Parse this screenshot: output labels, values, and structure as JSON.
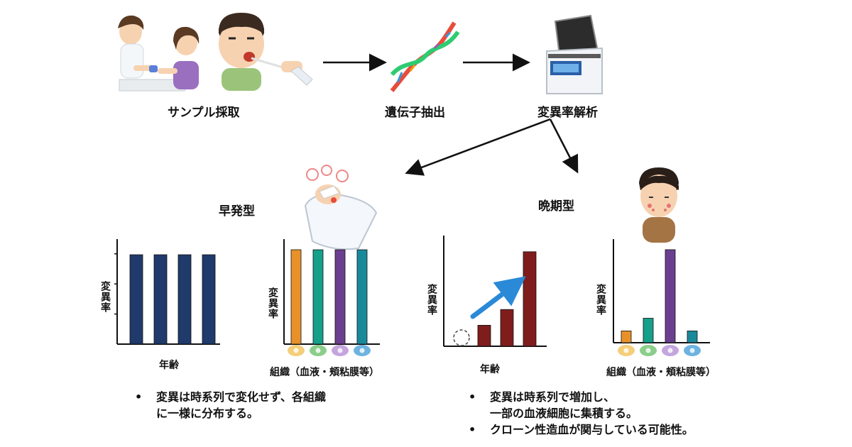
{
  "pipeline": {
    "step1": "サンプル採取",
    "step2": "遺伝子抽出",
    "step3": "変異率解析"
  },
  "early": {
    "title": "早発型",
    "bullets": [
      [
        "変異は時系列で変化せず、各組織",
        "に一様に分布する。"
      ]
    ]
  },
  "late": {
    "title": "晩期型",
    "bullets": [
      [
        "変異は時系列で増加し、",
        "一部の血液細胞に集積する。"
      ],
      [
        "クローン性造血が関与している可能性。"
      ]
    ]
  },
  "bullet_symbol": "•",
  "chart_data": [
    {
      "type": "bar",
      "id": "early-age",
      "xlabel": "年齢",
      "ylabel": "変異率",
      "ylim": [
        0,
        1
      ],
      "categories": [
        "",
        "",
        "",
        ""
      ],
      "values": [
        0.9,
        0.9,
        0.9,
        0.9
      ],
      "colors": [
        "#1f3a6b",
        "#1f3a6b",
        "#1f3a6b",
        "#1f3a6b"
      ],
      "yticks": 3
    },
    {
      "type": "bar",
      "id": "early-tissue",
      "xlabel": "組織（血液・頬粘膜等）",
      "ylabel": "変異率",
      "ylim": [
        0,
        1
      ],
      "categories": [
        "",
        "",
        "",
        ""
      ],
      "values": [
        0.95,
        0.95,
        0.95,
        0.95
      ],
      "colors": [
        "#e8912a",
        "#15a08a",
        "#6b3f8f",
        "#1a8a9a"
      ],
      "cell_colors": [
        "#f3c25a",
        "#6ec26e",
        "#b58fd6",
        "#4aa0d8"
      ]
    },
    {
      "type": "bar",
      "id": "late-age",
      "xlabel": "年齢",
      "ylabel": "変異率",
      "ylim": [
        0,
        1
      ],
      "categories": [
        "",
        "",
        "",
        ""
      ],
      "values": [
        0.0,
        0.2,
        0.35,
        0.9
      ],
      "colors": [
        "#7f1d1d",
        "#7f1d1d",
        "#7f1d1d",
        "#7f1d1d"
      ],
      "trend": "increasing"
    },
    {
      "type": "bar",
      "id": "late-tissue",
      "xlabel": "組織（血液・頬粘膜等）",
      "ylabel": "変異率",
      "ylim": [
        0,
        1
      ],
      "categories": [
        "",
        "",
        "",
        ""
      ],
      "values": [
        0.12,
        0.25,
        0.95,
        0.12
      ],
      "colors": [
        "#e8912a",
        "#15a08a",
        "#6b3f8f",
        "#1a8a9a"
      ],
      "cell_colors": [
        "#f3c25a",
        "#6ec26e",
        "#b58fd6",
        "#4aa0d8"
      ]
    }
  ],
  "icons": {
    "sampling": "sample-collection-illustration",
    "dna": "dna-helix-icon",
    "sequencer": "sequencer-machine-icon",
    "sick_infant": "sick-infant-illustration",
    "sick_man": "sick-man-illustration"
  }
}
